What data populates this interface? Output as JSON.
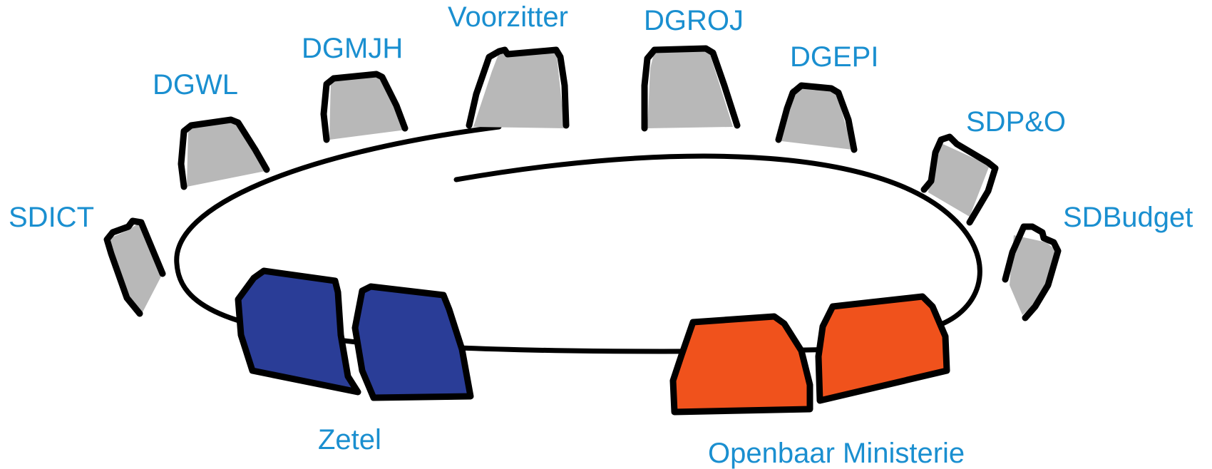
{
  "colors": {
    "label": "#1a8fd0",
    "chair_grey": "#b8b8b8",
    "chair_blue": "#2a3d97",
    "chair_orange": "#f0521c",
    "outline": "#000000"
  },
  "seats": {
    "voorzitter": "Voorzitter",
    "dgroj": "DGROJ",
    "dgmjh": "DGMJH",
    "dgepi": "DGEPI",
    "dgwl": "DGWL",
    "sdpo": "SDP&O",
    "sdict": "SDICT",
    "sdbudget": "SDBudget",
    "zetel": "Zetel",
    "openbaar_ministerie": "Openbaar Ministerie"
  }
}
